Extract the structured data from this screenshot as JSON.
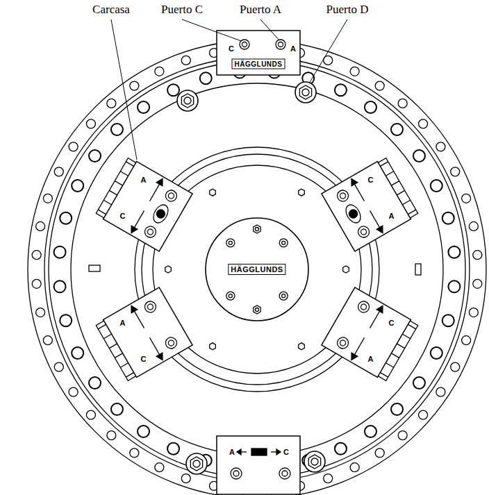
{
  "diagram": {
    "labels": [
      "Carcasa",
      "Puerto C",
      "Puerto A",
      "Puerto D",
      "C",
      "A",
      "HÄGGLUNDS",
      "HÄGGLUNDS",
      "A",
      "C",
      "C",
      "A",
      "A",
      "C",
      "C",
      "A",
      "A",
      "C"
    ]
  }
}
